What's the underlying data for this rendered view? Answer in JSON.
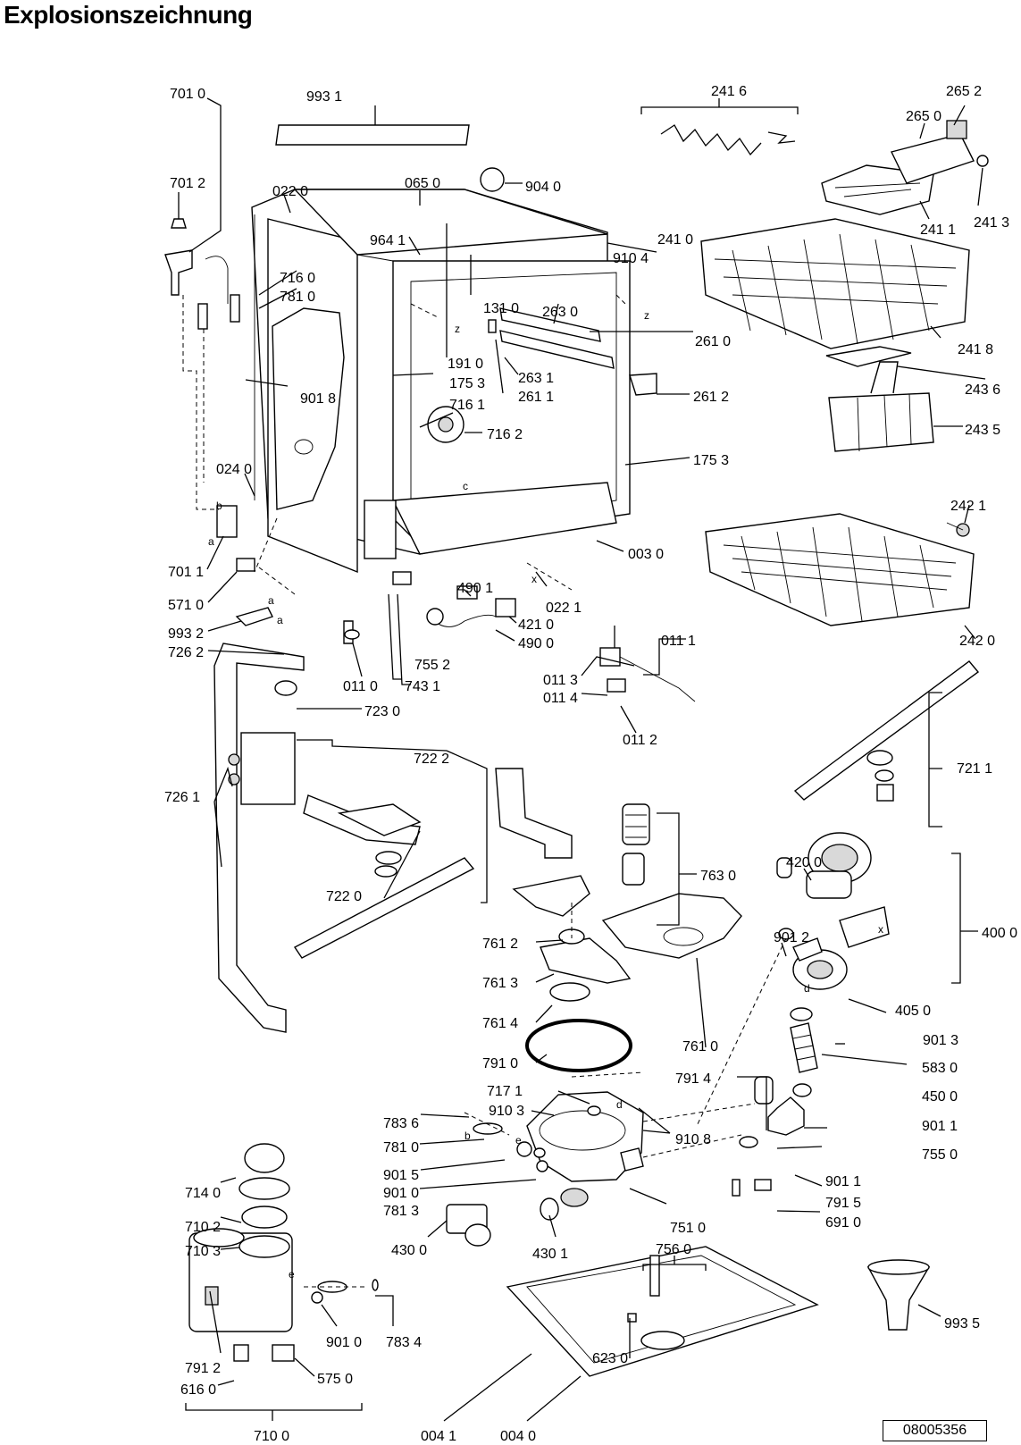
{
  "title": "Explosionszeichnung",
  "doc_number": "08005356",
  "labels": {
    "p7010": "701 0",
    "p9931": "993 1",
    "p2416": "241 6",
    "p2652": "265 2",
    "p2650": "265 0",
    "p7012": "701 2",
    "p0220": "022 0",
    "p0650": "065 0",
    "p9040": "904 0",
    "p2411": "241 1",
    "p2413": "241 3",
    "p9641": "964 1",
    "p2410": "241 0",
    "p9104": "910 4",
    "p7160": "716 0",
    "p7810": "781 0",
    "p1310": "131 0",
    "p2630": "263 0",
    "p2610": "261 0",
    "p2418": "241 8",
    "p1910": "191 0",
    "p1753a": "175 3",
    "p9018": "901 8",
    "p2631": "263 1",
    "p2611": "261 1",
    "p2612": "261 2",
    "p2436": "243 6",
    "p7161": "716 1",
    "p7162": "716 2",
    "p2435": "243 5",
    "p1753b": "175 3",
    "p0240": "024 0",
    "p2421": "242 1",
    "p0030": "003 0",
    "p7011": "701 1",
    "p4901": "490 1",
    "p0221": "022 1",
    "p5710": "571 0",
    "p4210": "421 0",
    "p2420": "242 0",
    "p9932": "993 2",
    "p4900": "490 0",
    "p0111": "011 1",
    "p7262": "726 2",
    "p7552": "755 2",
    "p0110": "011 0",
    "p7431": "743 1",
    "p0113": "011 3",
    "p0114": "011 4",
    "p7230": "723 0",
    "p0112": "011 2",
    "p7222": "722 2",
    "p7211": "721 1",
    "p7261": "726 1",
    "p7630": "763 0",
    "p4200": "420 0",
    "p4000": "400 0",
    "p7220": "722 0",
    "p7612": "761 2",
    "p9012": "901 2",
    "p7613": "761 3",
    "p4050": "405 0",
    "p7614": "761 4",
    "p7610": "761 0",
    "p9013": "901 3",
    "p7910": "791 0",
    "p7914": "791 4",
    "p5830": "583 0",
    "p7171": "717 1",
    "p4500": "450 0",
    "p9103": "910 3",
    "p7836": "783 6",
    "p9108": "910 8",
    "p9011a": "901 1",
    "p7810b": "781 0",
    "p7550": "755 0",
    "p9015": "901 5",
    "p9011b": "901 1",
    "p7140": "714 0",
    "p9010a": "901 0",
    "p7915": "791 5",
    "p7813": "781 3",
    "p6910": "691 0",
    "p7102": "710 2",
    "p7510": "751 0",
    "p4300": "430 0",
    "p4301": "430 1",
    "p7103": "710 3",
    "p7560": "756 0",
    "p9935": "993 5",
    "p9010b": "901 0",
    "p7834": "783 4",
    "p7912": "791 2",
    "p6230": "623 0",
    "p6160": "616 0",
    "p5750": "575 0",
    "p7100": "710 0",
    "p0041": "004 1",
    "p0040": "004 0"
  },
  "markers": {
    "z1": "z",
    "z2": "z",
    "b1": "b",
    "a1": "a",
    "a2": "a",
    "a3": "a",
    "c1": "c",
    "x1": "x",
    "x2": "x",
    "d1": "d",
    "d2": "d",
    "e1": "e",
    "e2": "e",
    "b2": "b"
  }
}
